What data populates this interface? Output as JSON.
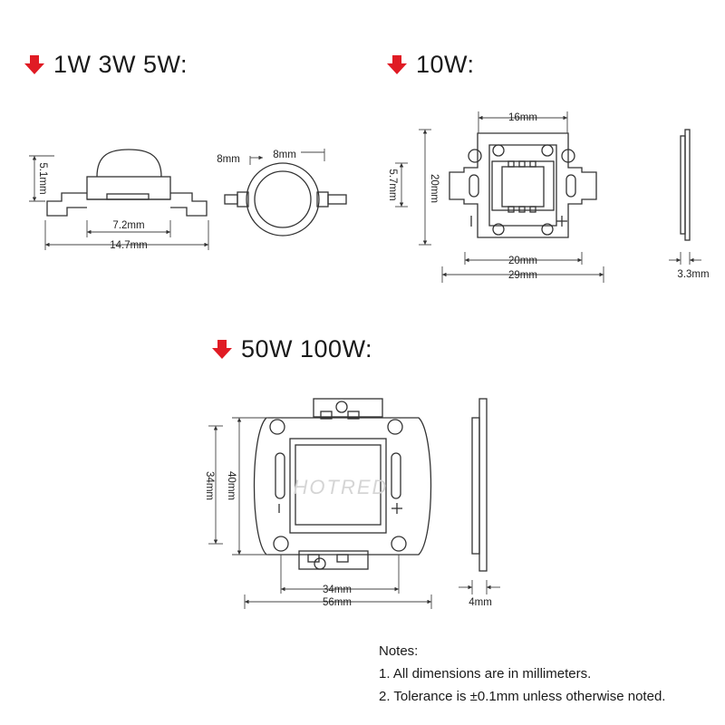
{
  "headings": {
    "small": "1W 3W 5W:",
    "ten": "10W:",
    "big": "50W 100W:"
  },
  "colors": {
    "accent": "#e01b24",
    "outline": "#333333",
    "dim": "#444444"
  },
  "dims_1w": {
    "height": "5.1mm",
    "base": "7.2mm",
    "total": "14.7mm",
    "lens_w": "8mm",
    "lens_h": "8mm"
  },
  "dims_10w": {
    "top": "16mm",
    "left_outer": "20mm",
    "left_inner": "5.7mm",
    "bottom_inner": "20mm",
    "bottom_outer": "29mm",
    "side": "3.3mm"
  },
  "dims_50w": {
    "left_outer": "40mm",
    "left_inner": "34mm",
    "bottom_inner": "34mm",
    "bottom_outer": "56mm",
    "side": "4mm"
  },
  "watermark": "HOTRED",
  "notes": {
    "title": "Notes:",
    "line1": "1. All dimensions are in millimeters.",
    "line2": "2. Tolerance is ±0.1mm unless otherwise noted."
  }
}
